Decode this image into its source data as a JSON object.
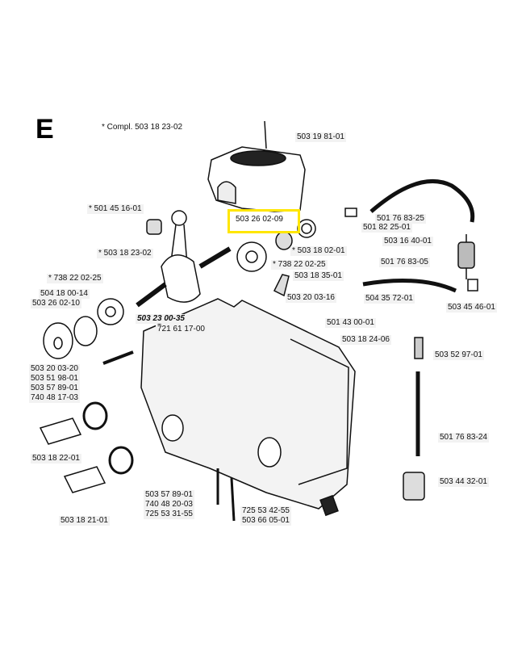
{
  "section_letter": "E",
  "compl_note": "* Compl. 503 18 23-02",
  "highlight_color": "#ffe600",
  "highlighted_part": "503 26 02-09",
  "labels": {
    "p503198101": "503 19 81-01",
    "p501451601": "* 501 45 16-01",
    "p503260209": "503 26 02-09",
    "p501768325": "501 76 83-25",
    "p501822501": "501 82 25-01",
    "p503164001": "503 16 40-01",
    "p503182302": "* 503 18 23-02",
    "p503180201": "* 503 18 02-01",
    "p501768305": "501 76 83-05",
    "p738220225a": "* 738 22 02-25",
    "p738220225b": "* 738 22 02-25",
    "p503183501": "503 18 35-01",
    "p504180014": "504 18 00-14",
    "p503260210": "503 26 02-10",
    "p503200316": "503 20 03-16",
    "p504357201": "504 35 72-01",
    "p503454601": "503 45 46-01",
    "p503230035": "503 23 00-35",
    "p501430001": "501 43 00-01",
    "p721611700": "721 61 17-00",
    "p503182406": "503 18 24-06",
    "p503529701": "503 52 97-01",
    "p503200320": "503 20 03-20",
    "p503519801": "503 51 98-01",
    "p503578901a": "503 57 89-01",
    "p740481703": "740 48 17-03",
    "p501768324": "501 76 83-24",
    "p503182201": "503 18 22-01",
    "p503443201": "503 44 32-01",
    "p503578901b": "503 57 89-01",
    "p740482003": "740 48 20-03",
    "p725533155": "725 53 31-55",
    "p725534255": "725 53 42-55",
    "p503660501": "503 66 05-01",
    "p503182101": "503 18 21-01"
  }
}
